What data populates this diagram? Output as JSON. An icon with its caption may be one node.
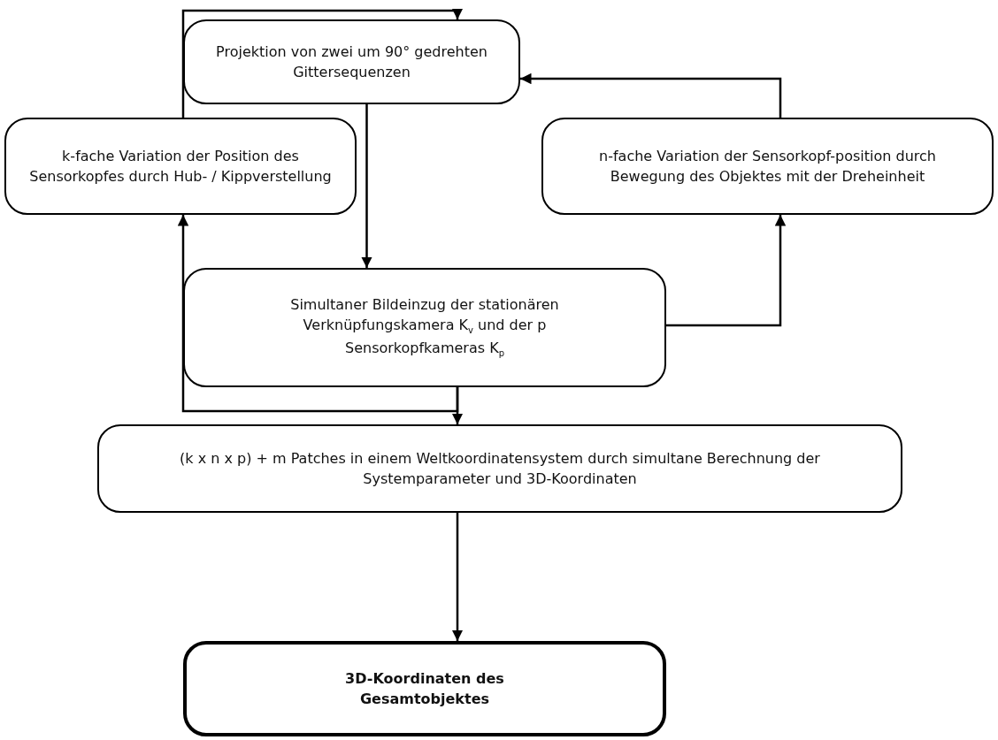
{
  "diagram": {
    "nodes": [
      {
        "text": [
          "Projektion von zwei um 90° gedrehten Gittersequenzen"
        ]
      },
      {
        "text": [
          "k-fache Variation der Position des Sensorkopfes durch Hub- / Kippverstellung"
        ]
      },
      {
        "text": [
          "n-fache Variation der Sensorkopf-position durch Bewegung des Objektes mit der Dreheinheit"
        ]
      },
      {
        "text": [
          "Simultaner Bildeinzug der stationären Verknüpfungskamera K$_{v}$ und der p Sensorkopfkameras K$_{p}$"
        ]
      },
      {
        "text": [
          "(k x n x p) + m Patches in einem Weltkoordinatensystem durch simultane Berechnung der Systemparameter und 3D-Koordinaten"
        ]
      },
      {
        "text": [
          "3D-Koordinaten des Gesamtobjektes"
        ]
      }
    ],
    "edges": [
      {
        "from": 0,
        "to": 3,
        "arrow": "to"
      },
      {
        "from": 3,
        "to": 2,
        "arrow": "to"
      },
      {
        "from": 2,
        "to": 0,
        "arrow": "to"
      },
      {
        "from": 3,
        "to": 1,
        "arrow": "to"
      },
      {
        "from": 1,
        "to": 0,
        "arrow": "to"
      },
      {
        "from": 3,
        "to": 4,
        "arrow": "to"
      },
      {
        "from": 4,
        "to": 5,
        "arrow": "to"
      }
    ]
  }
}
